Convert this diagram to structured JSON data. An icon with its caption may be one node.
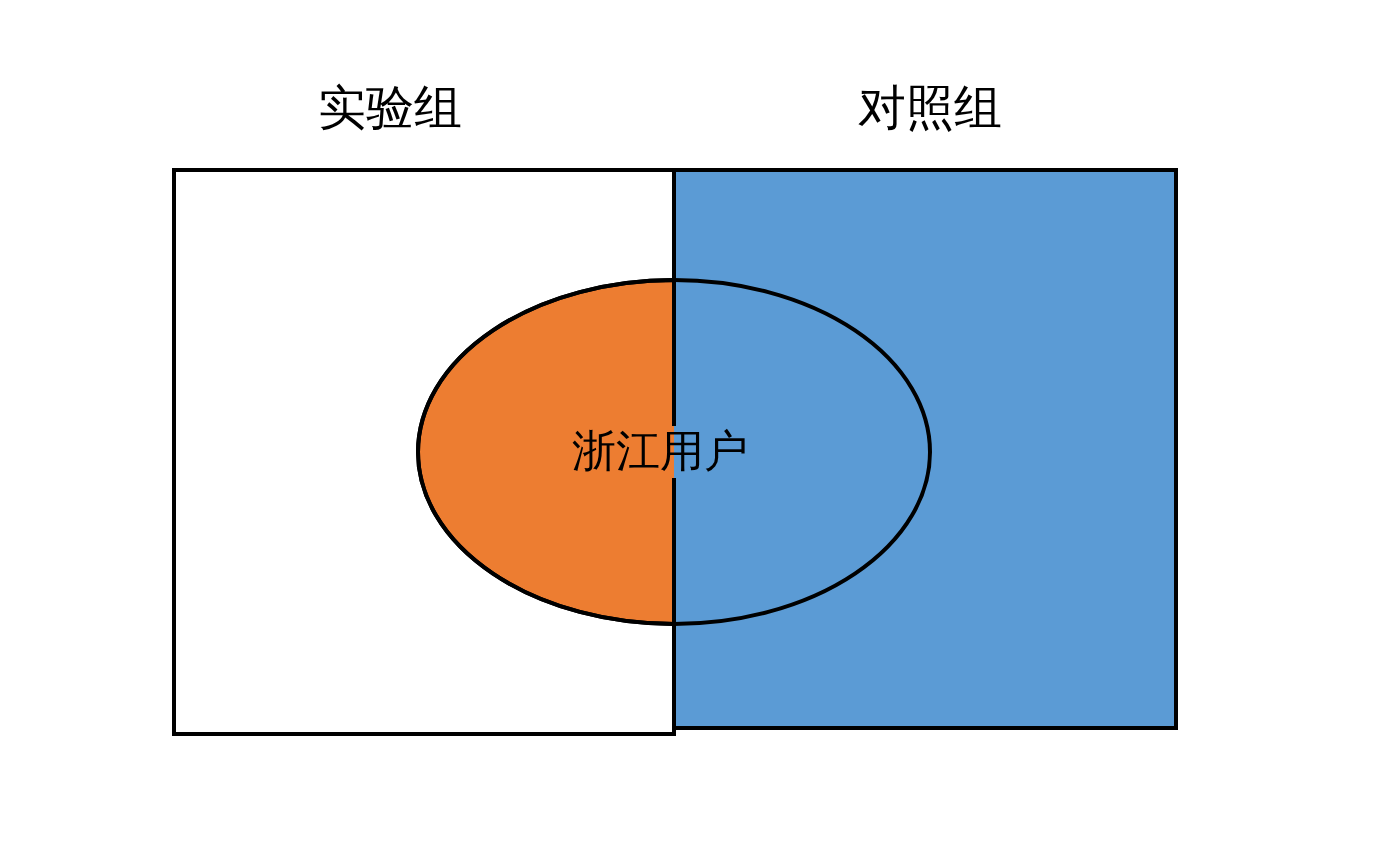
{
  "diagram": {
    "nodes": [
      {
        "text": [
          "实验组"
        ]
      },
      {
        "text": [
          "对照组"
        ]
      },
      {
        "text": [
          "浙江用户"
        ]
      }
    ],
    "edges": []
  }
}
